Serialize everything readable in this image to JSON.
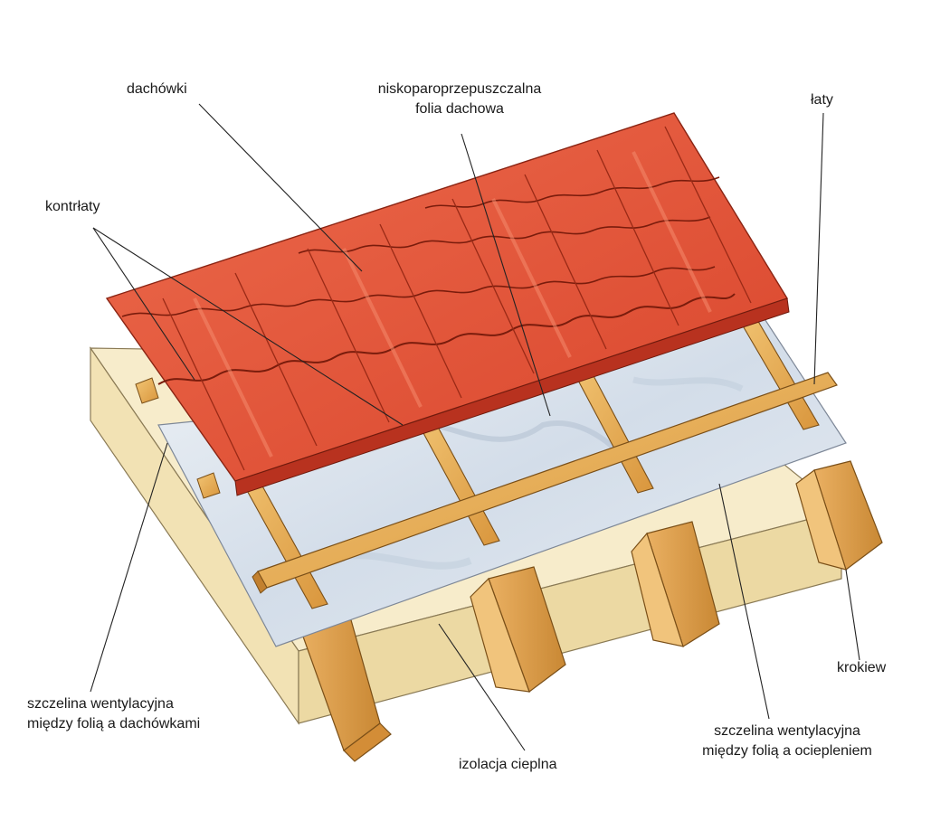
{
  "labels": {
    "roof_tiles": "dachówki",
    "membrane": [
      "niskoparoprzepuszczalna",
      "folia dachowa"
    ],
    "battens": "łaty",
    "counter_battens": "kontrłaty",
    "rafter": "krokiew",
    "vent_gap_tiles": [
      "szczelina wentylacyjna",
      "między folią a dachówkami"
    ],
    "insulation": "izolacja cieplna",
    "vent_gap_insulation": [
      "szczelina wentylacyjna",
      "między folią a ociepleniem"
    ]
  },
  "colors": {
    "tile": "#e4553a",
    "tile_dark": "#b8321f",
    "wood": "#e9b25a",
    "wood_dark": "#b97a2a",
    "membrane": "#dfe6ee",
    "insulation": "#f6ecc8",
    "line": "#222222"
  }
}
